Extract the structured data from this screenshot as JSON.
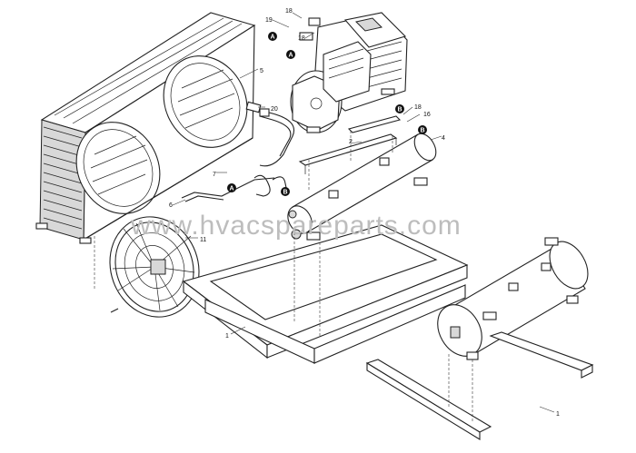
{
  "watermark": "www.hvacspareparts.com",
  "part_numbers": {
    "p1a": "1",
    "p1b": "1",
    "p2": "2",
    "p4": "4",
    "p5": "5",
    "p6": "6",
    "p7": "7",
    "p11": "11",
    "p16": "16",
    "p18a": "18",
    "p18b": "18",
    "p18c": "18",
    "p19": "19",
    "p20": "20"
  },
  "connection_markers": {
    "a1": "A",
    "a2": "A",
    "a3": "A",
    "b1": "B",
    "b2": "B",
    "b3": "B"
  }
}
